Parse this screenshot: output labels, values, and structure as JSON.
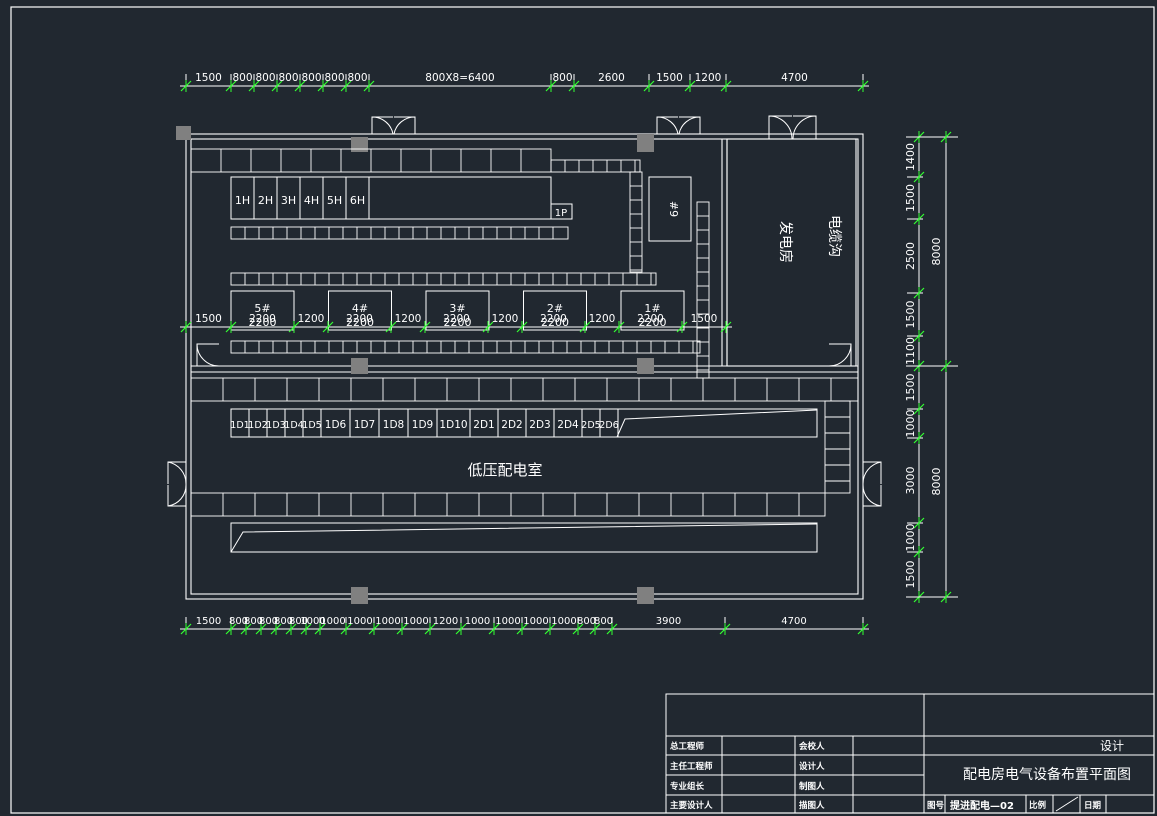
{
  "colors": {
    "background": "#212830",
    "line": "#ffffff",
    "dimension_tick": "#33ff33",
    "column": "#808080"
  },
  "dims": {
    "top": [
      "1500",
      "800",
      "800",
      "800",
      "800",
      "800",
      "800",
      "800X8=6400",
      "800",
      "2600",
      "1500",
      "1200",
      "4700"
    ],
    "bottom": [
      "1500",
      "800",
      "800",
      "800",
      "800",
      "800",
      "1000",
      "1000",
      "1000",
      "1000",
      "1000",
      "1200",
      "1000",
      "1000",
      "1000",
      "1000",
      "800",
      "800",
      "3900",
      "4700"
    ],
    "right": [
      "1400",
      "1500",
      "2500",
      "1500",
      "1100",
      "1500",
      "1000",
      "3000",
      "1000",
      "1500"
    ],
    "right_totals": [
      "8000",
      "8000"
    ],
    "mid": [
      "1500",
      "2200",
      "1200",
      "2200",
      "1200",
      "2200",
      "1200",
      "2200",
      "1200",
      "2200",
      "1500"
    ]
  },
  "rooms": {
    "cable_trench": "电缆沟",
    "generator_room": "发电房",
    "lv_room": "低压配电室"
  },
  "equipment": {
    "hv_cabinets": [
      "1H",
      "2H",
      "3H",
      "4H",
      "5H",
      "6H"
    ],
    "pt_cabinet": "1P",
    "generator": "#9",
    "transformers": [
      {
        "id": "5#",
        "size": "2200"
      },
      {
        "id": "4#",
        "size": "2200"
      },
      {
        "id": "3#",
        "size": "2200"
      },
      {
        "id": "2#",
        "size": "2200"
      },
      {
        "id": "1#",
        "size": "2200"
      }
    ],
    "lv_cabinets": [
      "1D1",
      "1D2",
      "1D3",
      "1D4",
      "1D5",
      "1D6",
      "1D7",
      "1D8",
      "1D9",
      "1D10",
      "2D1",
      "2D2",
      "2D3",
      "2D4",
      "2D5",
      "2D6"
    ]
  },
  "title_block": {
    "roles_left": [
      "总工程师",
      "主任工程师",
      "专业组长",
      "主要设计人"
    ],
    "roles_mid": [
      "会校人",
      "设计人",
      "制图人",
      "描图人"
    ],
    "design": "设计",
    "title": "配电房电气设备布置平面图",
    "drawing_no_label": "图号",
    "drawing_no": "提进配电—02",
    "scale_label": "比例",
    "date_label": "日期"
  }
}
